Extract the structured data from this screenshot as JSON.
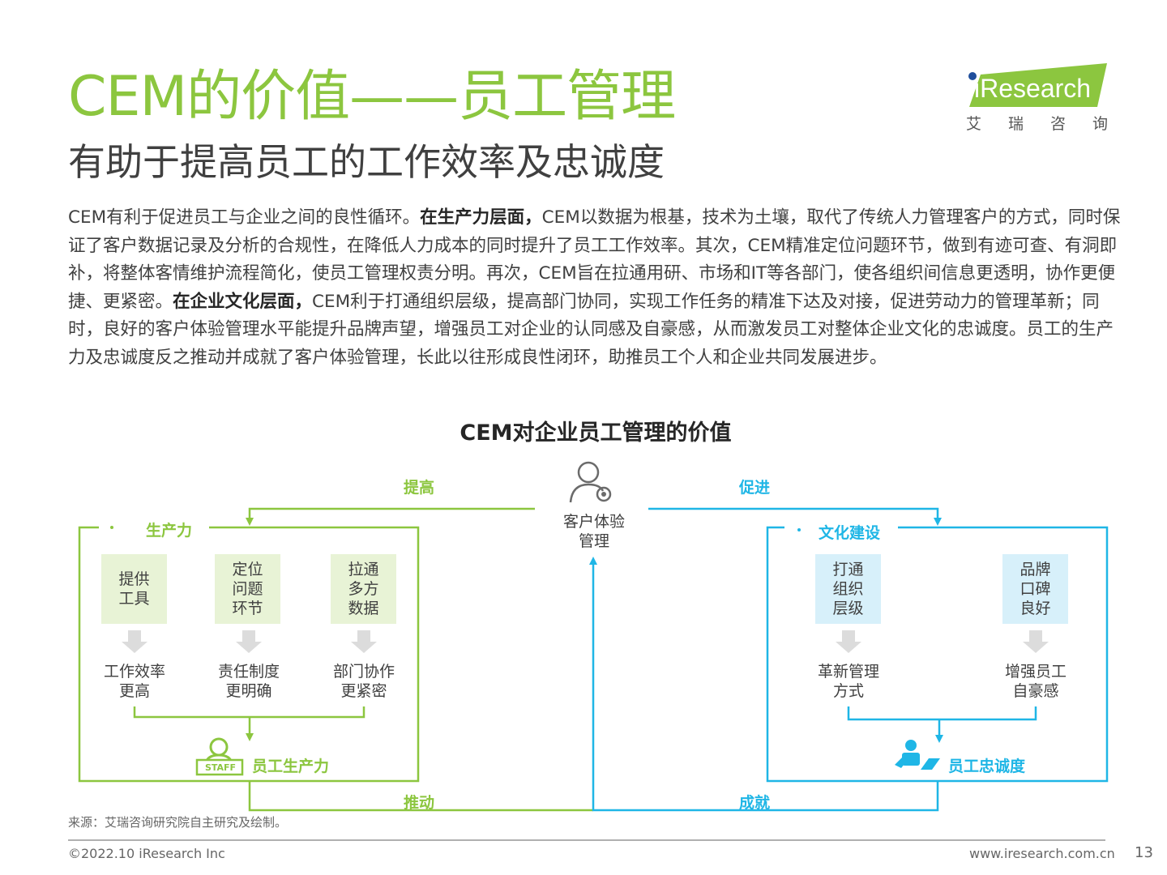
{
  "header": {
    "title": "CEM的价值——员工管理",
    "subtitle": "有助于提高员工的工作效率及忠诚度"
  },
  "logo": {
    "text": "iResearch",
    "chars": [
      "艾",
      "瑞",
      "咨",
      "询"
    ],
    "colors": {
      "green": "#8cc63f",
      "blue": "#1f4e9c"
    }
  },
  "body": {
    "p1": "CEM有利于促进员工与企业之间的良性循环。",
    "b1": "在生产力层面，",
    "p2": "CEM以数据为根基，技术为土壤，取代了传统人力管理客户的方式，同时保证了客户数据记录及分析的合规性，在降低人力成本的同时提升了员工工作效率。其次，CEM精准定位问题环节，做到有迹可查、有洞即补，将整体客情维护流程简化，使员工管理权责分明。再次，CEM旨在拉通用研、市场和IT等各部门，使各组织间信息更透明，协作更便捷、更紧密。",
    "b2": "在企业文化层面，",
    "p3": "CEM利于打通组织层级，提高部门协同，实现工作任务的精准下达及对接，促进劳动力的管理革新；同时，良好的客户体验管理水平能提升品牌声望，增强员工对企业的认同感及自豪感，从而激发员工对整体企业文化的忠诚度。员工的生产力及忠诚度反之推动并成就了客户体验管理，长此以往形成良性闭环，助推员工个人和企业共同发展进步。"
  },
  "diagram": {
    "title": "CEM对企业员工管理的价值",
    "center": {
      "line1": "客户体验",
      "line2": "管理"
    },
    "arrows": {
      "top_left": "提高",
      "top_right": "促进",
      "bottom_left": "推动",
      "bottom_right": "成就"
    },
    "left": {
      "header": "生产力",
      "boxes": [
        "提供\n工具",
        "定位\n问题\n环节",
        "拉通\n多方\n数据"
      ],
      "results": [
        "工作效率\n更高",
        "责任制度\n更明确",
        "部门协作\n更紧密"
      ],
      "outcome": "员工生产力",
      "badge": "STAFF"
    },
    "right": {
      "header": "文化建设",
      "boxes": [
        "打通\n组织\n层级",
        "品牌\n口碑\n良好"
      ],
      "results": [
        "革新管理\n方式",
        "增强员工\n自豪感"
      ],
      "outcome": "员工忠诚度"
    },
    "colors": {
      "green": "#8cc63f",
      "blue": "#1fb6e6"
    }
  },
  "footer": {
    "source": "来源：艾瑞咨询研究院自主研究及绘制。",
    "copyright": "©2022.10 iResearch Inc",
    "website": "www.iresearch.com.cn",
    "page": "13"
  }
}
